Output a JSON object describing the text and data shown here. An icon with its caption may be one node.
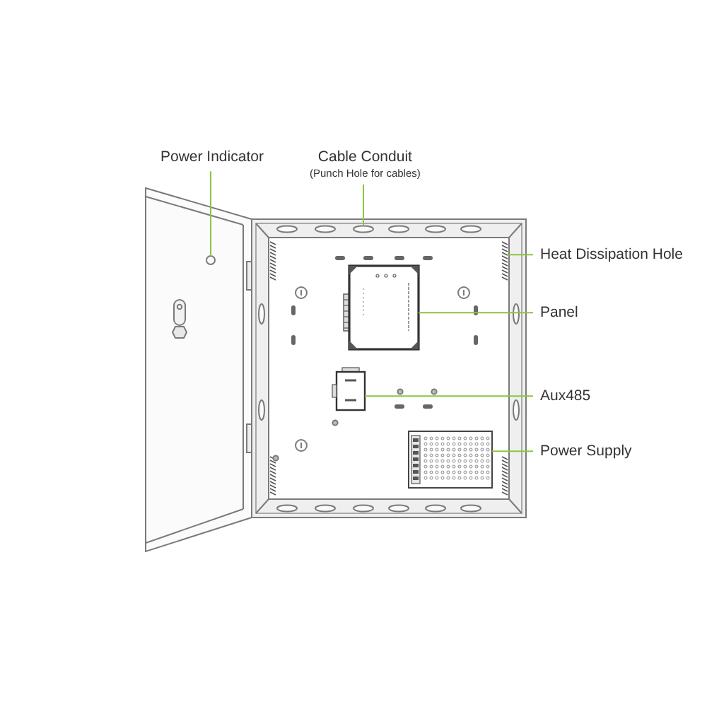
{
  "diagram": {
    "nodes": [
      {
        "text": [
          "Power Indicator"
        ]
      },
      {
        "text": [
          "Cable Conduit",
          "(Punch Hole for cables)"
        ]
      },
      {
        "text": [
          "Heat Dissipation Hole"
        ]
      },
      {
        "text": [
          "Panel"
        ]
      },
      {
        "text": [
          "Aux485"
        ]
      },
      {
        "text": [
          "Power Supply"
        ]
      },
      {
        "text": [],
        "shape": "circle"
      },
      {
        "text": [],
        "shape": "ellipse"
      },
      {
        "text": [],
        "shape": "picture"
      },
      {
        "text": [],
        "shape": "picture"
      },
      {
        "text": [],
        "shape": "picture"
      },
      {
        "text": [],
        "shape": "picture"
      }
    ],
    "edges": [
      {
        "from": 0,
        "to": 6,
        "arrow": "none"
      },
      {
        "from": 1,
        "to": 7,
        "arrow": "none"
      },
      {
        "from": 2,
        "to": 8,
        "arrow": "none"
      },
      {
        "from": 3,
        "to": 9,
        "arrow": "none"
      },
      {
        "from": 4,
        "to": 10,
        "arrow": "none"
      },
      {
        "from": 5,
        "to": 11,
        "arrow": "none"
      }
    ]
  }
}
